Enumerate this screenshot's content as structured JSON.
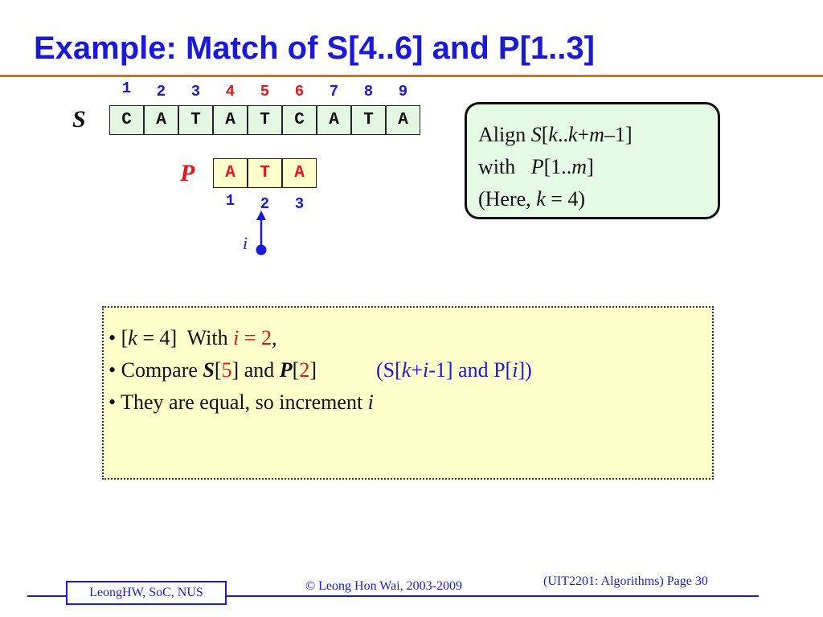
{
  "title": "Example: Match of S[4..6] and P[1..3]",
  "s_indices": [
    "1",
    "2",
    "3",
    "4",
    "5",
    "6",
    "7",
    "8",
    "9"
  ],
  "s_label": "S",
  "s_cells": [
    "C",
    "A",
    "T",
    "A",
    "T",
    "C",
    "A",
    "T",
    "A"
  ],
  "p_label": "P",
  "p_cells": [
    "A",
    "T",
    "A"
  ],
  "p_indices": [
    "1",
    "2",
    "3"
  ],
  "pointer_label": "i",
  "align_box": {
    "l1_a": "Align ",
    "l1_S": "S",
    "l1_b": "[",
    "l1_k1": "k",
    "l1_c": "..",
    "l1_k2": "k",
    "l1_d": "+",
    "l1_m": "m",
    "l1_e": "–1]",
    "l2_a": "with   ",
    "l2_P": "P",
    "l2_b": "[1..",
    "l2_m": "m",
    "l2_c": "]",
    "l3_a": "(Here, ",
    "l3_k": "k",
    "l3_b": " = 4)"
  },
  "bullets": {
    "b1_a": "• [",
    "b1_k": "k",
    "b1_b": " = 4]  With ",
    "b1_i": "i",
    "b1_eq": " = 2",
    "b1_c": ",",
    "b2_a": "• Compare ",
    "b2_S": "S",
    "b2_lb": "[",
    "b2_5": "5",
    "b2_rb": "] and ",
    "b2_P": "P",
    "b2_lb2": "[",
    "b2_2": "2",
    "b2_rb2": "]",
    "b2_n1": "(S[",
    "b2_nk": "k",
    "b2_n2": "+",
    "b2_ni": "i",
    "b2_n3": "-1] and P[",
    "b2_ni2": "i",
    "b2_n4": "])",
    "b3_a": "• They are equal, so increment ",
    "b3_i": "i"
  },
  "footer": {
    "copyright": "© Leong Hon Wai, 2003-2009",
    "course": "(UIT2201: Algorithms) Page 30",
    "author_box": "LeongHW, SoC, NUS"
  },
  "colors": {
    "title": "#1a1ad6",
    "highlight_red": "#e1171c",
    "s_cell_bg": "#e3f7e3",
    "p_cell_bg": "#ffffcc",
    "rule": "#c7781b"
  }
}
